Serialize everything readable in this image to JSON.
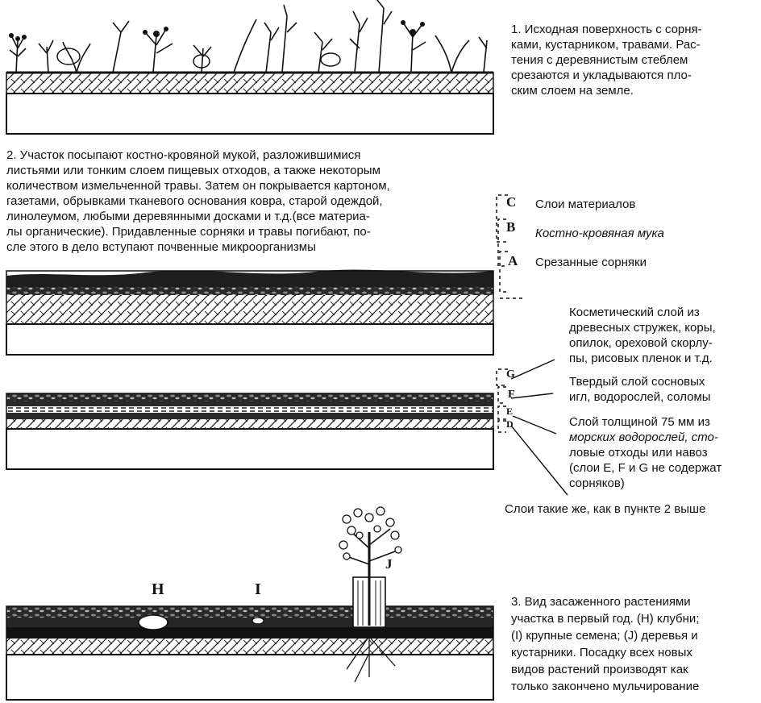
{
  "step1": {
    "lines": [
      "1. Исходная поверхность с сорня-",
      "ками, кустарником, травами. Рас-",
      "тения с деревянистым стеблем",
      "срезаются и укладываются пло-",
      "ским слоем на земле."
    ]
  },
  "step2": {
    "lines": [
      "2. Участок посыпают костно-кровяной мукой, разложившимися",
      "листьями или тонким слоем пищевых отходов, а также некоторым",
      "количеством измельченной травы. Затем он покрывается картоном,",
      "газетами, обрывками тканевого основания ковра, старой одеждой,",
      "линолеумом, любыми деревянными досками и т.д.(все материа-",
      "лы органические). Придавленные сорняки и травы погибают, по-",
      "сле этого в дело вступают почвенные микроорганизмы"
    ],
    "layers": [
      {
        "letter": "C",
        "label": "Слои материалов",
        "italic": false
      },
      {
        "letter": "B",
        "label": "Костно-кровяная мука",
        "italic": true
      },
      {
        "letter": "A",
        "label": "Срезанные сорняки",
        "italic": false
      }
    ]
  },
  "mulch": {
    "cosmetic": [
      "Косметический слой из",
      "древесных стружек, коры,",
      "опилок, ореховой скорлу-",
      "пы, рисовых пленок и т.д."
    ],
    "hard": [
      "Твердый слой сосновых",
      "игл, водорослей, соломы"
    ],
    "thick": [
      "Слой толщиной 75 мм из",
      "морских водорослей, сто-",
      "ловые отходы или навоз",
      "(слои E, F и G не содержат",
      "сорняков)"
    ],
    "same": "Слои такие же, как в пункте 2 выше",
    "letters": [
      "G",
      "F",
      "E",
      "D"
    ]
  },
  "step3": {
    "letters": [
      "H",
      "I",
      "J"
    ],
    "lines": [
      "3. Вид засаженного растениями",
      "участка в первый год. (H) клубни;",
      "(I) крупные семена; (J) деревья и",
      "кустарники. Посадку всех новых",
      "видов растений производят как",
      "только закончено мульчирование"
    ]
  }
}
